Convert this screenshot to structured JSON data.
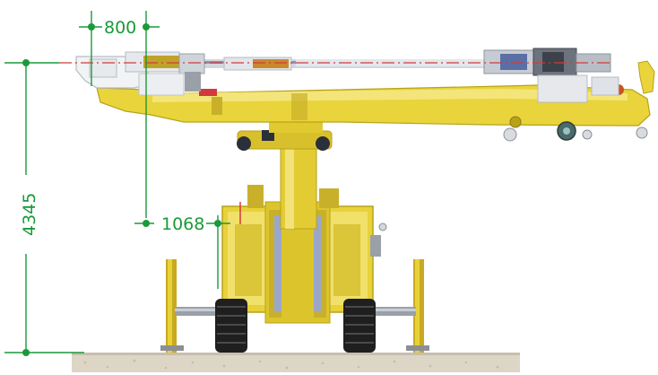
{
  "dimensions": {
    "top_width": "800",
    "total_height": "4345",
    "side_offset": "1068"
  },
  "colors": {
    "dimension_green": "#1a9a3a",
    "machine_yellow": "#e8d23a",
    "machine_yellow_dark": "#b8a21a",
    "machine_yellow_light": "#f4e77a",
    "steel_grey": "#9aa0a8",
    "steel_dark": "#55595f",
    "drill_blue": "#6f7fae",
    "axis_red": "#d23b3b",
    "ground": "#d9d2c3",
    "track_black": "#1f1f1f"
  }
}
